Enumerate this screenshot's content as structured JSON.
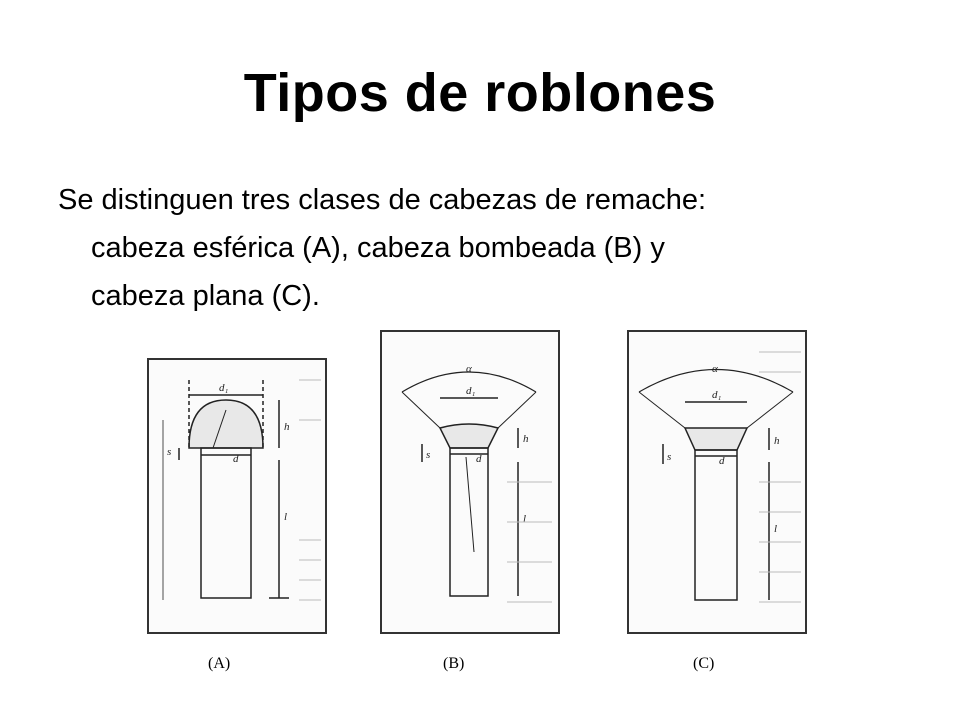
{
  "slide": {
    "title": "Tipos de roblones",
    "body_line1": "Se distinguen tres clases de cabezas de remache:",
    "body_line2": "cabeza esférica (A), cabeza bombeada (B) y",
    "body_line3": "cabeza plana (C)."
  },
  "figures": [
    {
      "caption": "(A)",
      "head_type": "cabeza esférica"
    },
    {
      "caption": "(B)",
      "head_type": "cabeza bombeada"
    },
    {
      "caption": "(C)",
      "head_type": "cabeza plana"
    }
  ],
  "colors": {
    "text": "#000000",
    "drawing": "#222222",
    "scan_background": "#fbfbfb"
  }
}
